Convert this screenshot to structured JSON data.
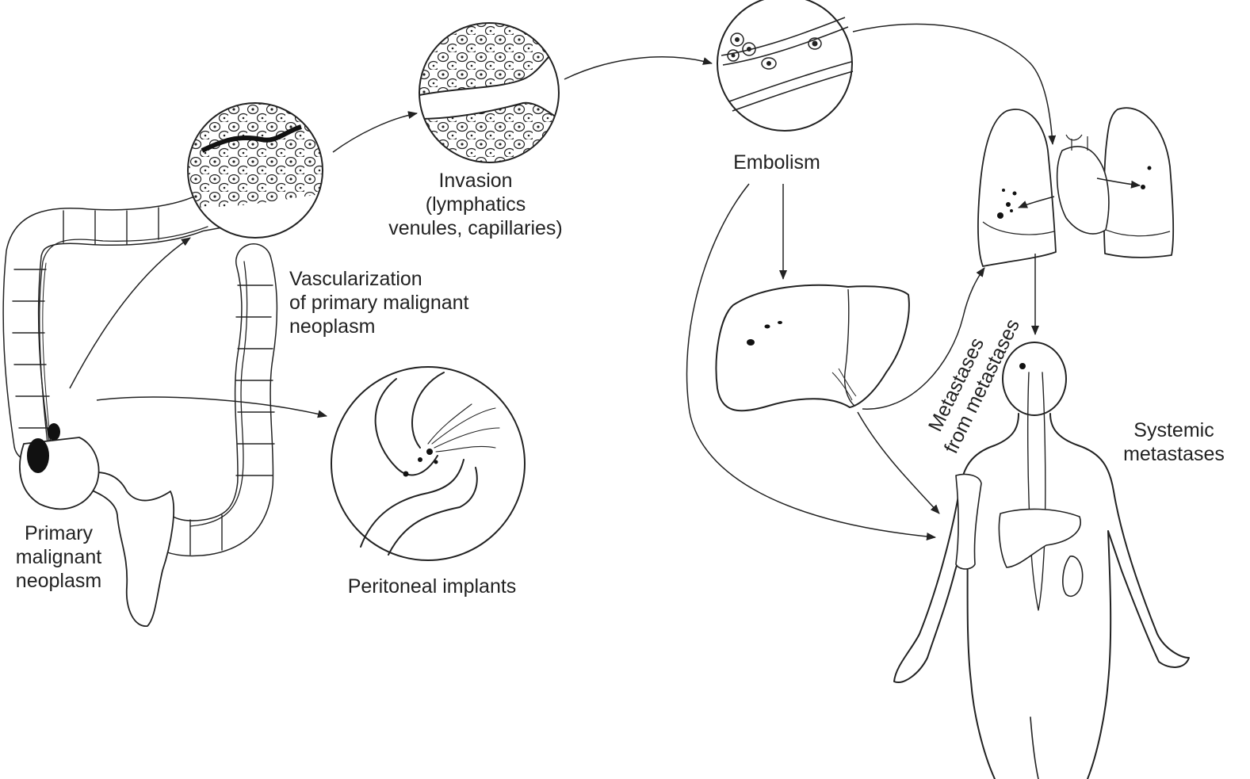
{
  "labels": {
    "invasion": [
      "Invasion",
      "(lymphatics",
      "venules, capillaries)"
    ],
    "embolism": "Embolism",
    "vascularization": [
      "Vascularization",
      "of primary malignant",
      "neoplasm"
    ],
    "primary": [
      "Primary",
      "malignant",
      "neoplasm"
    ],
    "peritoneal": "Peritoneal implants",
    "metastases_from_metastases": [
      "Metastases",
      "from metastases"
    ],
    "systemic": [
      "Systemic",
      "metastases"
    ]
  },
  "colors": {
    "ink": "#222222",
    "background": "#ffffff"
  },
  "icons": {
    "colon": "colon-icon",
    "tumor": "tumor-icon",
    "cell_magnifier": "magnified-cells-icon",
    "liver": "liver-icon",
    "lungs": "lungs-icon",
    "heart": "heart-icon",
    "body": "human-body-icon"
  }
}
